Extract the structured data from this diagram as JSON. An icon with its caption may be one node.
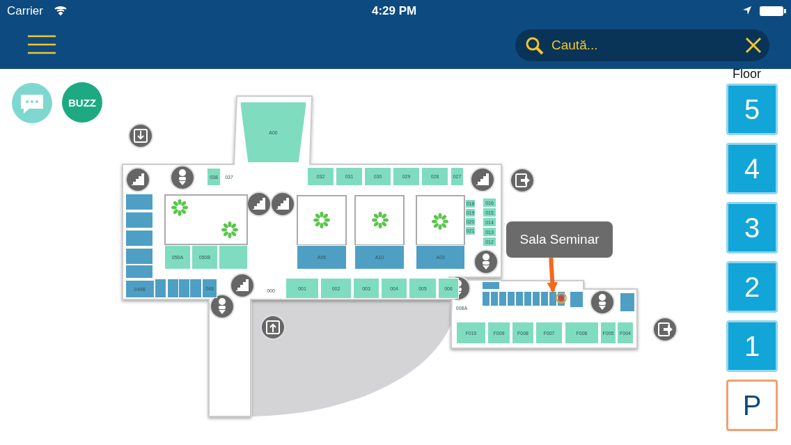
{
  "diagram": {
    "nodes": [
      {
        "text": [
          "A00"
        ]
      },
      {
        "text": [
          "038"
        ]
      },
      {
        "text": [
          "037"
        ]
      },
      {
        "text": [
          "032"
        ]
      },
      {
        "text": [
          "031"
        ]
      },
      {
        "text": [
          "030"
        ]
      },
      {
        "text": [
          "029"
        ]
      },
      {
        "text": [
          "028"
        ]
      },
      {
        "text": [
          "027"
        ]
      },
      {
        "text": [],
        "shape": "box"
      },
      {
        "text": [],
        "shape": "box"
      },
      {
        "text": [],
        "shape": "box"
      },
      {
        "text": [],
        "shape": "box"
      },
      {
        "text": [],
        "shape": "box"
      },
      {
        "text": [
          "049B"
        ]
      },
      {
        "text": [],
        "shape": "box"
      },
      {
        "text": [],
        "shape": "box"
      },
      {
        "text": [],
        "shape": "box"
      },
      {
        "text": [],
        "shape": "box"
      },
      {
        "text": [
          "048"
        ]
      },
      {
        "text": [],
        "shape": "box"
      },
      {
        "text": [
          "050A"
        ]
      },
      {
        "text": [
          "050B"
        ]
      },
      {
        "text": [],
        "shape": "box"
      },
      {
        "text": [],
        "shape": "box"
      },
      {
        "text": [],
        "shape": "box"
      },
      {
        "text": [],
        "shape": "box"
      },
      {
        "text": [
          "A05"
        ]
      },
      {
        "text": [
          "A10"
        ]
      },
      {
        "text": [
          "A03"
        ]
      },
      {
        "text": [
          "018"
        ]
      },
      {
        "text": [
          "019"
        ]
      },
      {
        "text": [
          "020"
        ]
      },
      {
        "text": [
          "021"
        ]
      },
      {
        "text": [
          "016"
        ]
      },
      {
        "text": [
          "015"
        ]
      },
      {
        "text": [
          "014"
        ]
      },
      {
        "text": [
          "013"
        ]
      },
      {
        "text": [
          "012"
        ]
      },
      {
        "text": [
          "Sala Seminar"
        ]
      },
      {
        "text": [
          "000"
        ]
      },
      {
        "text": [
          "001"
        ]
      },
      {
        "text": [
          "002"
        ]
      },
      {
        "text": [
          "003"
        ]
      },
      {
        "text": [
          "004"
        ]
      },
      {
        "text": [
          "005"
        ]
      },
      {
        "text": [
          "006"
        ]
      },
      {
        "text": [
          "008A"
        ]
      },
      {
        "text": [],
        "shape": "box"
      },
      {
        "text": [],
        "shape": "box"
      },
      {
        "text": [],
        "shape": "box"
      },
      {
        "text": [],
        "shape": "box"
      },
      {
        "text": [],
        "shape": "box"
      },
      {
        "text": [],
        "shape": "box"
      },
      {
        "text": [],
        "shape": "box"
      },
      {
        "text": [],
        "shape": "box"
      },
      {
        "text": [],
        "shape": "box"
      },
      {
        "text": [],
        "shape": "box"
      },
      {
        "text": [],
        "shape": "box"
      },
      {
        "text": [],
        "shape": "box"
      },
      {
        "text": [],
        "shape": "box"
      },
      {
        "text": [
          "F010"
        ]
      },
      {
        "text": [
          "F009"
        ]
      },
      {
        "text": [
          "F008"
        ]
      },
      {
        "text": [
          "F007"
        ]
      },
      {
        "text": [
          "F006"
        ]
      },
      {
        "text": [
          "F005"
        ]
      },
      {
        "text": [
          "F004"
        ]
      }
    ],
    "edges": [
      {
        "from": 39,
        "to": 57,
        "arrow": "to",
        "color": "#f26a1b"
      }
    ],
    "labels": [
      "Carrier",
      "4:29 PM",
      "Caută...",
      "BUZZ",
      "Floor",
      "5",
      "4",
      "3",
      "2",
      "1",
      "P"
    ]
  }
}
